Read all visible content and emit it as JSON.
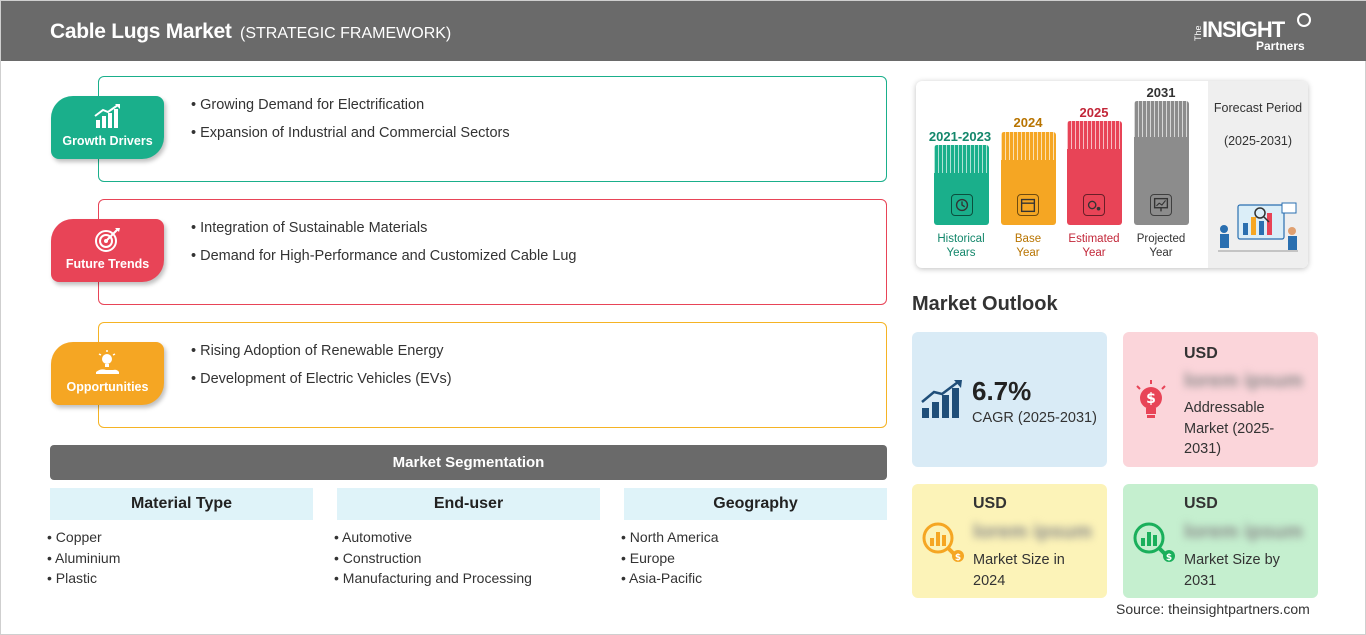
{
  "header": {
    "title": "Cable Lugs Market",
    "subtitle": "(STRATEGIC FRAMEWORK)",
    "logo": {
      "the": "The",
      "insight": "INSIGHT",
      "partners": "Partners"
    }
  },
  "cards": [
    {
      "badge": "Growth Drivers",
      "icon": "growth-chart-icon",
      "color": "#1aaf8b",
      "items": [
        "Growing Demand for Electrification",
        "Expansion of Industrial and Commercial Sectors"
      ]
    },
    {
      "badge": "Future Trends",
      "icon": "target-icon",
      "color": "#e84457",
      "items": [
        "Integration of Sustainable Materials",
        "Demand for High-Performance and Customized Cable Lug"
      ]
    },
    {
      "badge": "Opportunities",
      "icon": "lightbulb-hand-icon",
      "color": "#f5a623",
      "items": [
        "Rising Adoption of Renewable Energy",
        "Development of Electric Vehicles (EVs)"
      ]
    }
  ],
  "segmentation": {
    "title": "Market Segmentation",
    "columns": [
      {
        "heading": "Material Type",
        "items": [
          "Copper",
          "Aluminium",
          "Plastic"
        ]
      },
      {
        "heading": "End-user",
        "items": [
          "Automotive",
          "Construction",
          "Manufacturing and Processing"
        ]
      },
      {
        "heading": "Geography",
        "items": [
          "North America",
          "Europe",
          "Asia-Pacific"
        ]
      }
    ]
  },
  "timeline": {
    "periods": [
      {
        "year": "2021-2023",
        "caption": [
          "Historical",
          "Years"
        ],
        "color": "#1aaf8b",
        "year_color": "#13876b"
      },
      {
        "year": "2024",
        "caption": [
          "Base",
          "Year"
        ],
        "color": "#f5a623",
        "year_color": "#b87400"
      },
      {
        "year": "2025",
        "caption": [
          "Estimated",
          "Year"
        ],
        "color": "#e84457",
        "year_color": "#c22638"
      },
      {
        "year": "2031",
        "caption": [
          "Projected",
          "Year"
        ],
        "color": "#8c8c8c",
        "year_color": "#333333"
      }
    ],
    "forecast_title": "Forecast Period",
    "forecast_period": "(2025-2031)"
  },
  "outlook": {
    "title": "Market Outlook",
    "cagr": {
      "value": "6.7%",
      "label": "CAGR (2025-2031)"
    },
    "addressable": {
      "currency": "USD",
      "value": "lorem ipsum",
      "label": "Addressable Market (2025-2031)"
    },
    "size_2024": {
      "currency": "USD",
      "value": "lorem ipsum",
      "label": "Market Size in 2024"
    },
    "size_2031": {
      "currency": "USD",
      "value": "lorem ipsum",
      "label": "Market Size by 2031"
    }
  },
  "source": "Source: theinsightpartners.com"
}
